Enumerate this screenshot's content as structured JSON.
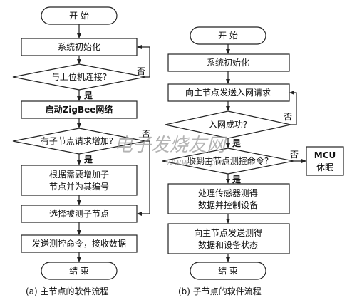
{
  "left": {
    "start": "开 始",
    "init": "系统初始化",
    "cond_connect": "与上位机连接?",
    "start_zigbee": "启动ZigBee网络",
    "cond_request": "有子节点请求增加?",
    "add_line1": "根据需要增加子",
    "add_line2": "节点并为其编号",
    "select": "选择被测子节点",
    "send_recv": "发送测控命令，接收数据",
    "end": "结 束",
    "caption": "(a)  主节点的软件流程"
  },
  "right": {
    "start": "开 始",
    "init": "系统初始化",
    "join_req": "向主节点发送入网请求",
    "cond_join": "入网成功?",
    "cond_cmd": "收到主节点测控命令?",
    "process_line1": "处理传感器测得",
    "process_line2": "数据并控制设备",
    "send_line1": "向主节点发送测得",
    "send_line2": "数据和设备状态",
    "end": "结 束",
    "mcu_line1": "MCU",
    "mcu_line2": "休眠",
    "caption": "(b)  子节点的软件流程"
  },
  "labels": {
    "yes": "是",
    "no": "否"
  },
  "watermark": {
    "cn": "电子发烧友网",
    "url": "www.elecfans.com"
  }
}
